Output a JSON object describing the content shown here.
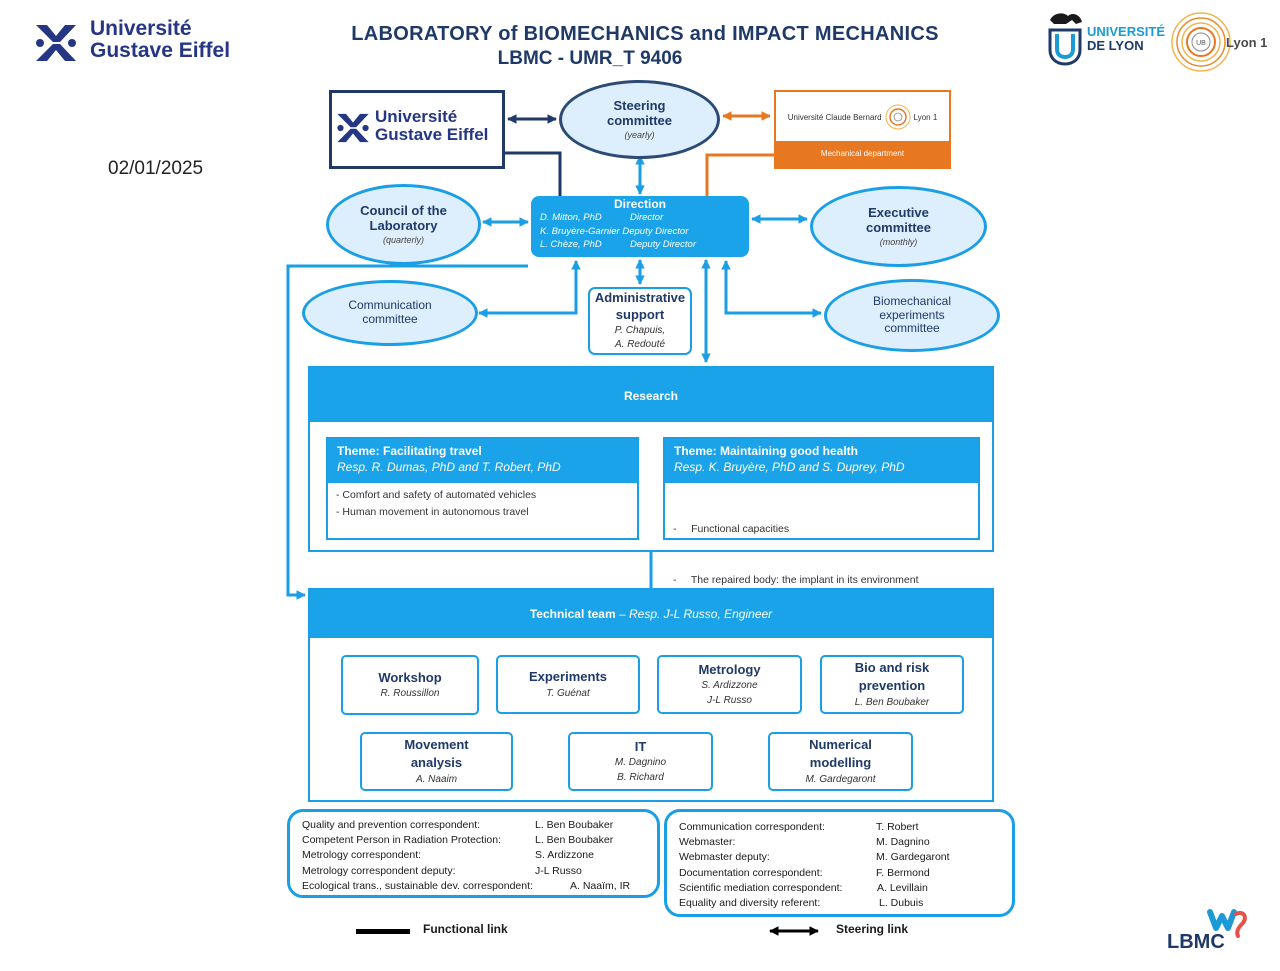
{
  "header": {
    "title_line1": "LABORATORY of BIOMECHANICS and IMPACT MECHANICS",
    "title_line2": "LBMC -   UMR_T 9406",
    "date": "02/01/2025"
  },
  "logos": {
    "uge_line1": "Université",
    "uge_line2": "Gustave Eiffel",
    "udl_line1": "UNIVERSITÉ",
    "udl_line2": "DE LYON",
    "lyon1": "Lyon 1",
    "ucb_name": "Université Claude Bernard",
    "ucb_lyon1": "Lyon 1",
    "ucb_dept": "Mechanical department",
    "lbmc": "LBMC"
  },
  "committees": {
    "steering": {
      "title": "Steering committee",
      "freq": "(yearly)"
    },
    "council": {
      "title": "Council of the Laboratory",
      "freq": "(quarterly)"
    },
    "executive": {
      "title": "Executive committee",
      "freq": "(monthly)"
    },
    "communication": {
      "title": "Communication committee"
    },
    "biomech": {
      "title": "Biomechanical experiments committee"
    }
  },
  "direction": {
    "title": "Direction",
    "members": [
      {
        "name": "D. Mitton, PhD",
        "role": "Director"
      },
      {
        "name": "K. Bruyère-Garnier",
        "role": "Deputy Director"
      },
      {
        "name": "L. Chèze, PhD",
        "role": "Deputy Director"
      }
    ]
  },
  "admin": {
    "title_l1": "Administrative",
    "title_l2": "support",
    "p1": "P. Chapuis,",
    "p2": "A. Redouté"
  },
  "research": {
    "title": "Research",
    "themes": [
      {
        "title": "Theme: Facilitating travel",
        "resp": "Resp. R. Dumas, PhD and T. Robert, PhD",
        "items": [
          "- Comfort and safety of automated vehicles",
          "- Human movement  in autonomous travel"
        ]
      },
      {
        "title": "Theme: Maintaining good health",
        "resp": "Resp. K. Bruyère,  PhD and S. Duprey,  PhD",
        "items": [
          "-     Functional capacities",
          "-     The repaired body: the implant in its environment"
        ]
      }
    ]
  },
  "technical": {
    "title_bold": "Technical team",
    "title_rest": " – Resp. J-L Russo, Engineer",
    "workshop": {
      "title": "Workshop",
      "p1": "R. Roussillon"
    },
    "experiments": {
      "title": "Experiments",
      "p1": "T. Guénat"
    },
    "metrology": {
      "title": "Metrology",
      "p1": "S. Ardizzone",
      "p2": "J-L Russo"
    },
    "bio": {
      "title_l1": "Bio and risk",
      "title_l2": "prevention",
      "p1": "L. Ben Boubaker"
    },
    "movement": {
      "title_l1": "Movement",
      "title_l2": "analysis",
      "p1": "A. Naaim"
    },
    "it": {
      "title": "IT",
      "p1": "M. Dagnino",
      "p2": "B. Richard"
    },
    "numerical": {
      "title_l1": "Numerical",
      "title_l2": "modelling",
      "p1": "M. Gardegaront"
    }
  },
  "correspondents_left": [
    {
      "role": "Quality and prevention correspondent:",
      "name": "L. Ben Boubaker"
    },
    {
      "role": "Competent  Person in Radiation Protection:",
      "name": "L. Ben Boubaker"
    },
    {
      "role": "Metrology correspondent:",
      "name": "S. Ardizzone"
    },
    {
      "role": "Metrology correspondent deputy:",
      "name": "J-L Russo"
    },
    {
      "role": "Ecological trans., sustainable dev. correspondent:",
      "name": "A. Naaïm, IR"
    }
  ],
  "correspondents_right": [
    {
      "role": "Communication correspondent:",
      "name": "T. Robert"
    },
    {
      "role": "Webmaster:",
      "name": "M. Dagnino"
    },
    {
      "role": "Webmaster deputy:",
      "name": "M. Gardegaront"
    },
    {
      "role": "Documentation correspondent:",
      "name": "F. Bermond"
    },
    {
      "role": "Scientific mediation correspondent:",
      "name": "A. Levillain"
    },
    {
      "role": "Equality and diversity referent:",
      "name": "L. Dubuis"
    }
  ],
  "legend": {
    "functional": "Functional link",
    "steering": "Steering link"
  },
  "colors": {
    "accent": "#1aa3e8",
    "navy": "#1f3a68",
    "orange": "#e87722",
    "ellipse_fill": "#ddeefc"
  }
}
